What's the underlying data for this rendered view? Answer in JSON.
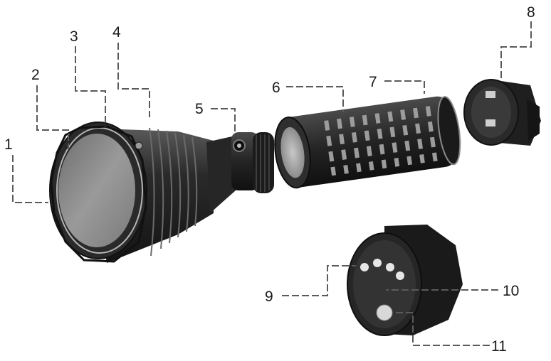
{
  "callouts": [
    {
      "id": "1",
      "label": "1"
    },
    {
      "id": "2",
      "label": "2"
    },
    {
      "id": "3",
      "label": "3"
    },
    {
      "id": "4",
      "label": "4"
    },
    {
      "id": "5",
      "label": "5"
    },
    {
      "id": "6",
      "label": "6"
    },
    {
      "id": "7",
      "label": "7"
    },
    {
      "id": "8",
      "label": "8"
    },
    {
      "id": "9",
      "label": "9"
    },
    {
      "id": "10",
      "label": "10"
    },
    {
      "id": "11",
      "label": "11"
    }
  ],
  "colors": {
    "metal_dark": "#1e1e1e",
    "metal_mid": "#3c3c3c",
    "lens_gray": "#8a8a8a",
    "leader_line": "#5a5a5a",
    "label_text": "#1a1a1a"
  }
}
